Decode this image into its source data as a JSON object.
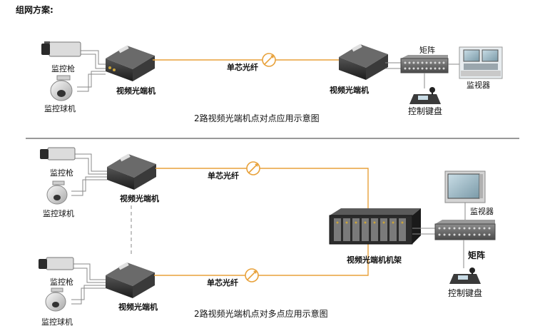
{
  "header": {
    "title": "组网方案:"
  },
  "diagram_top": {
    "camera_label": "监控枪",
    "dome_label": "监控球机",
    "tx_label": "视频光端机",
    "fiber_label": "单芯光纤",
    "rx_label": "视频光端机",
    "matrix_label": "矩阵",
    "monitor_label": "监视器",
    "keyboard_label": "控制键盘",
    "caption": "2路视频光端机点对点应用示意图"
  },
  "diagram_bottom": {
    "camera1_label": "监控枪",
    "dome1_label": "监控球机",
    "tx1_label": "视频光端机",
    "fiber1_label": "单芯光纤",
    "camera2_label": "监控枪",
    "dome2_label": "监控球机",
    "tx2_label": "视频光端机",
    "fiber2_label": "单芯光纤",
    "rack_label": "视频光端机机架",
    "monitor_label": "监视器",
    "matrix_label": "矩阵",
    "keyboard_label": "控制键盘",
    "caption": "2路视频光端机点对多点应用示意图"
  },
  "colors": {
    "fiber": "#e8a13a",
    "cable": "#888888",
    "device_dark": "#2a2a2a",
    "divider": "#333333"
  }
}
